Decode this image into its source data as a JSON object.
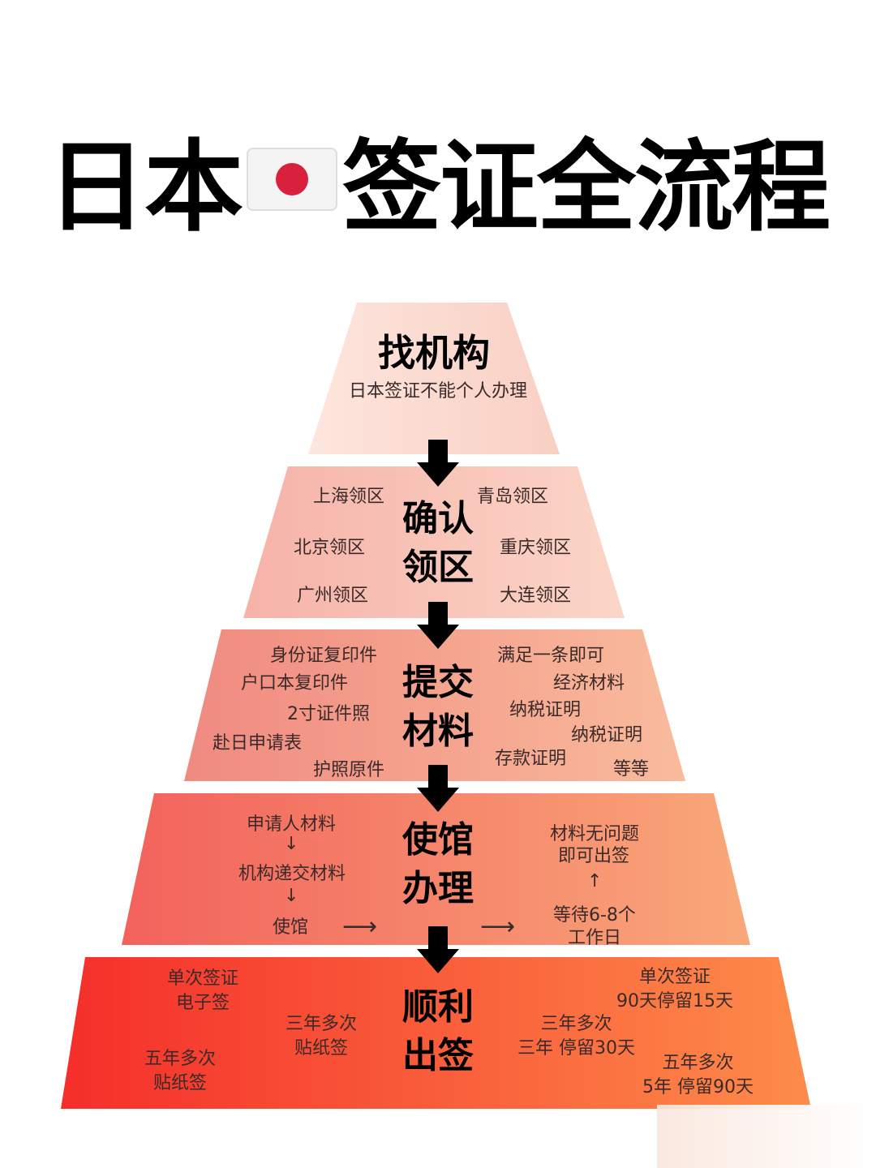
{
  "title": {
    "left": "日本",
    "right": "签证全流程",
    "flag_icon": "japan-flag-icon"
  },
  "levels": [
    {
      "heading": "找机构",
      "note": "日本签证不能个人办理"
    },
    {
      "heading_1": "确认",
      "heading_2": "领区",
      "items": [
        "上海领区",
        "青岛领区",
        "北京领区",
        "重庆领区",
        "广州领区",
        "大连领区"
      ]
    },
    {
      "heading_1": "提交",
      "heading_2": "材料",
      "left": [
        "身份证复印件",
        "户口本复印件",
        "2寸证件照",
        "赴日申请表",
        "护照原件"
      ],
      "right": [
        "满足一条即可",
        "经济材料",
        "纳税证明",
        "纳税证明",
        "存款证明",
        "等等"
      ]
    },
    {
      "heading_1": "使馆",
      "heading_2": "办理",
      "left": [
        "申请人材料",
        "↓",
        "机构递交材料",
        "↓",
        "使馆"
      ],
      "arrow": "⟶",
      "right_1": "材料无问题",
      "right_2": "即可出签",
      "up": "↑",
      "wait_1": "等待6-8个",
      "wait_2": "工作日"
    },
    {
      "heading_1": "顺利",
      "heading_2": "出签",
      "items": [
        [
          "单次签证",
          "电子签"
        ],
        [
          "三年多次",
          "贴纸签"
        ],
        [
          "五年多次",
          "贴纸签"
        ],
        [
          "单次签证",
          "90天停留15天"
        ],
        [
          "三年多次",
          "三年 停留30天"
        ],
        [
          "五年多次",
          "5年 停留90天"
        ]
      ]
    }
  ],
  "colors": {
    "l1": [
      "#fde6de",
      "#f9cfc3"
    ],
    "l2": [
      "#f6b2a8",
      "#fbd6c8"
    ],
    "l3": [
      "#f08a80",
      "#f9bb9c"
    ],
    "l4": [
      "#f2625c",
      "#f9a87a"
    ],
    "l5": [
      "#f52e2a",
      "#fd8c4a"
    ]
  }
}
